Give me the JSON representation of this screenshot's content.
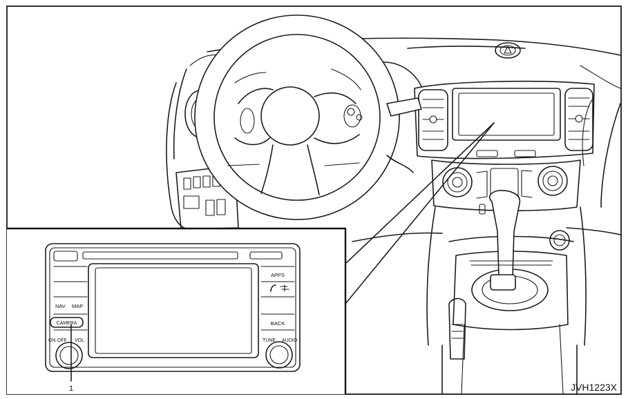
{
  "figure": {
    "code": "JVH1223X",
    "callout_number": "1"
  },
  "unit_buttons": {
    "apps": "APPS",
    "nav": "NAV",
    "map": "MAP",
    "camera": "CAMERA",
    "back": "BACK",
    "onoff": "ON·OFF",
    "vol": "VOL",
    "tune": "TUNE",
    "audio": "AUDIO"
  },
  "icons": {
    "phone": "phone-icon",
    "hazard": "hazard-triangle-icon"
  }
}
